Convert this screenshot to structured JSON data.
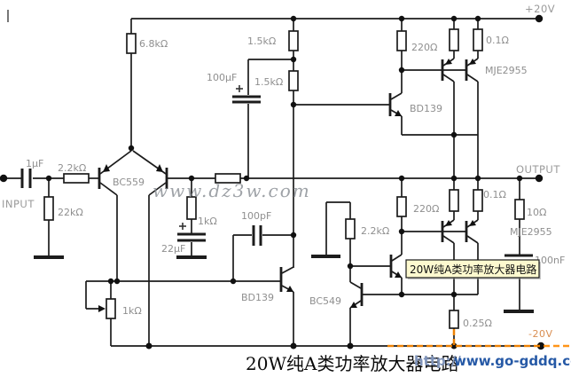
{
  "schematic": {
    "power": {
      "vplus": "+20V",
      "vminus": "-20V"
    },
    "io": {
      "input": "INPUT",
      "output": "OUTPUT"
    },
    "resistors": {
      "r68": "6.8kΩ",
      "r15a": "1.5kΩ",
      "r15b": "1.5kΩ",
      "r22k_series": "2.2kΩ",
      "r22k_shunt": "22kΩ",
      "r1k_fb": "1kΩ",
      "pot_1k": "1kΩ",
      "r22k_lower": "2.2kΩ",
      "r220_top": "220Ω",
      "r220_bot": "220Ω",
      "r01_top": "0.1Ω",
      "r01_bot": "0.1Ω",
      "r10": "10Ω",
      "r025": "0.25Ω"
    },
    "capacitors": {
      "c1uf": "1μF",
      "c100uf": "100μF",
      "c22uf": "22μF",
      "c100pf": "100pF",
      "c100nf": "100nF"
    },
    "transistors": {
      "input_pair": "BC559",
      "driver_top": "BD139",
      "driver_bottom": "BD139",
      "sense": "BC549",
      "output_top": "MJE2955",
      "output_bottom": "MJE2955"
    }
  },
  "overlay": {
    "watermark": "www.dz3w.com",
    "tooltip": "20W纯A类功率放大器电路"
  },
  "footer": {
    "caption": "20W纯A类功率放大器电路",
    "url_scheme": "http://",
    "url_host": "www.go-gddq.com"
  },
  "colors": {
    "wire": "#1c1c1c",
    "label": "#8f8f8f",
    "highlight": "#ff8a00",
    "tooltip_bg": "#fdf9cf",
    "url_host": "#2659a6",
    "url_scheme": "#7f93b9",
    "vminus_text": "#d98e52"
  }
}
